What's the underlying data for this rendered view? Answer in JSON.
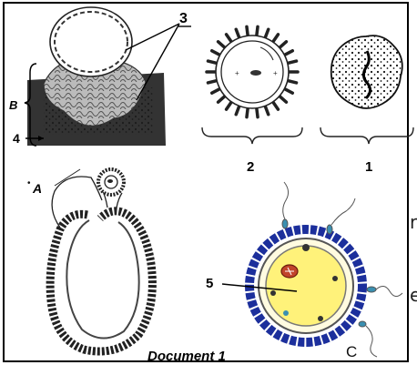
{
  "labels": {
    "three": "3",
    "b": "B",
    "four": "4",
    "a": "A",
    "two": "2",
    "one": "1",
    "five": "5",
    "c": "C",
    "caption": "Document 1"
  },
  "outside_text": {
    "right_r": "r",
    "right_e": "e"
  },
  "colors": {
    "ovum_blue": "#1c2f9c",
    "cytoplasm_yellow": "#fff27a",
    "nucleus_red": "#c1442b",
    "sperm_teal": "#3a8fb0"
  }
}
